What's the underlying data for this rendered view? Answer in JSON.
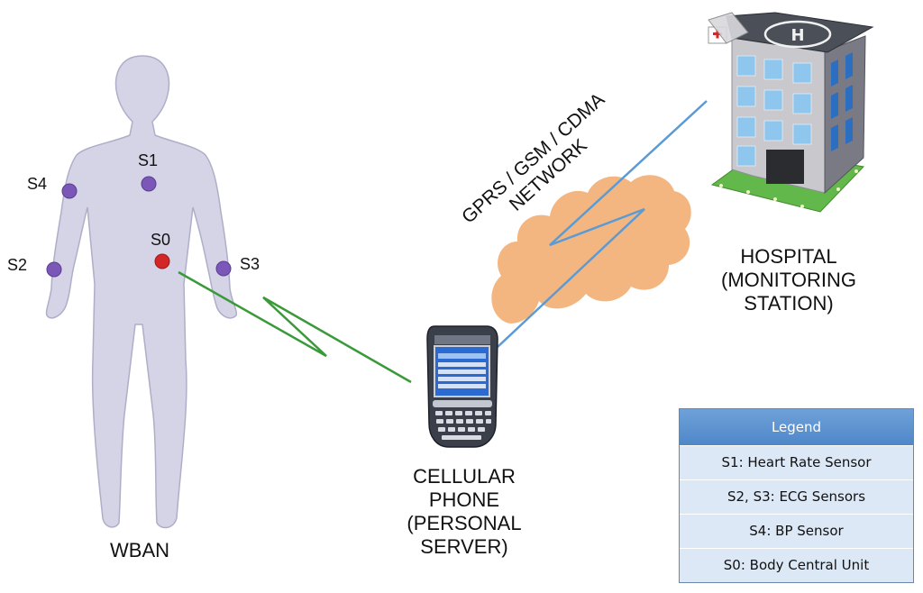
{
  "sensors": {
    "s0": "S0",
    "s1": "S1",
    "s2": "S2",
    "s3": "S3",
    "s4": "S4"
  },
  "labels": {
    "wban": "WBAN",
    "phone": [
      "CELLULAR",
      "PHONE",
      "(PERSONAL",
      "SERVER)"
    ],
    "hospital": [
      "HOSPITAL",
      "(MONITORING",
      "STATION)"
    ],
    "network": [
      "GPRS / GSM / CDMA",
      "NETWORK"
    ]
  },
  "legend": {
    "title": "Legend",
    "items": [
      "S1: Heart Rate Sensor",
      "S2, S3: ECG Sensors",
      "S4: BP Sensor",
      "S0: Body Central Unit"
    ]
  },
  "colors": {
    "body": "#d4d4e6",
    "sensor": "#7b57b8",
    "central_unit": "#d32626",
    "link_green": "#3a9a3a",
    "link_blue": "#5b9bd5",
    "cloud": "#f2b27a",
    "legend_header": "#5b93d2",
    "legend_row": "#dce8f6"
  },
  "icons": [
    "human-body-icon",
    "cellular-phone-icon",
    "hospital-building-icon",
    "network-cloud-icon"
  ]
}
